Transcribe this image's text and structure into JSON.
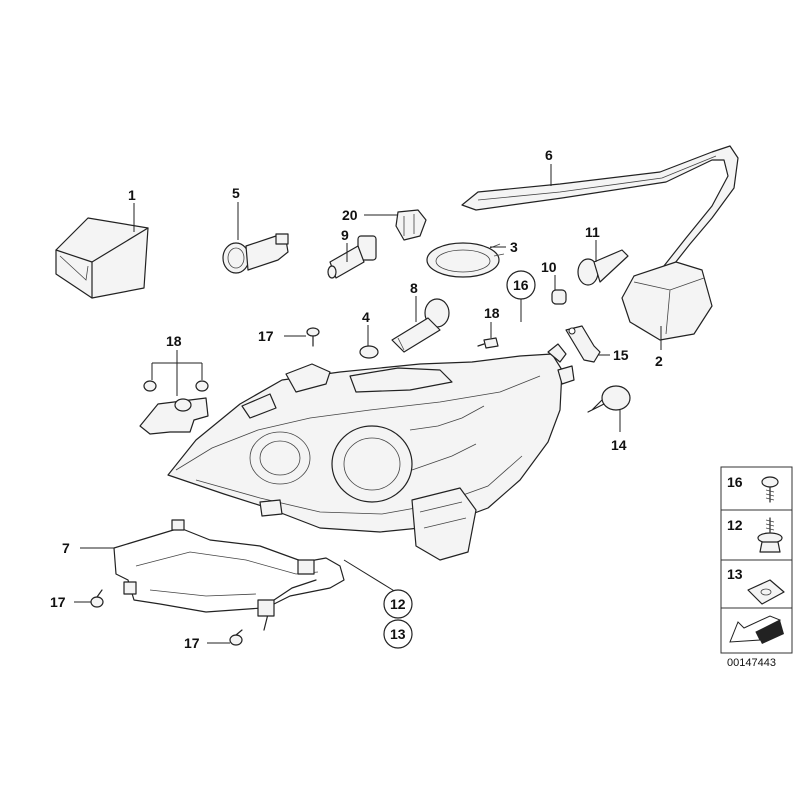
{
  "diagram": {
    "id_label": "00147443",
    "callouts": [
      {
        "key": "c1",
        "text": "1"
      },
      {
        "key": "c2",
        "text": "2"
      },
      {
        "key": "c3",
        "text": "3"
      },
      {
        "key": "c4",
        "text": "4"
      },
      {
        "key": "c5",
        "text": "5"
      },
      {
        "key": "c6",
        "text": "6"
      },
      {
        "key": "c7",
        "text": "7"
      },
      {
        "key": "c8",
        "text": "8"
      },
      {
        "key": "c9",
        "text": "9"
      },
      {
        "key": "c10",
        "text": "10"
      },
      {
        "key": "c11",
        "text": "11"
      },
      {
        "key": "c12",
        "text": "12"
      },
      {
        "key": "c13",
        "text": "13"
      },
      {
        "key": "c14",
        "text": "14"
      },
      {
        "key": "c15",
        "text": "15"
      },
      {
        "key": "c16",
        "text": "16"
      },
      {
        "key": "c17a",
        "text": "17"
      },
      {
        "key": "c17b",
        "text": "17"
      },
      {
        "key": "c17c",
        "text": "17"
      },
      {
        "key": "c18a",
        "text": "18"
      },
      {
        "key": "c18b",
        "text": "18"
      },
      {
        "key": "c20",
        "text": "20"
      }
    ],
    "legend": [
      {
        "number": "16",
        "icon": "screw-icon"
      },
      {
        "number": "12",
        "icon": "hex-collar-screw-icon"
      },
      {
        "number": "13",
        "icon": "clip-nut-icon"
      },
      {
        "number": "",
        "icon": "arrow-icon"
      }
    ]
  }
}
